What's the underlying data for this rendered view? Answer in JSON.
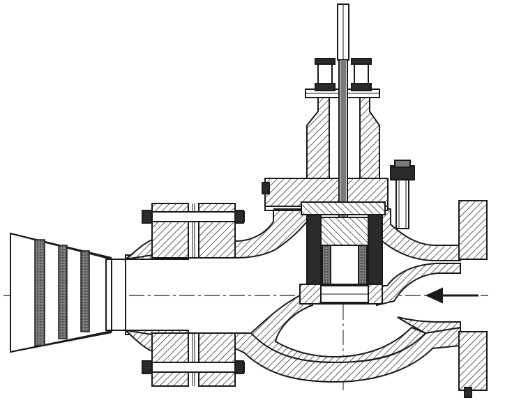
{
  "diagram": {
    "kind": "cross-section engineering drawing of a control valve with diffuser outlet",
    "text_labels": [],
    "flow_direction": "right-to-left",
    "colors": {
      "line": "#1a1a1a",
      "hatch": "#3a3a3a",
      "dark_fill": "#2a2a2a",
      "mid_fill": "#7a7a7a",
      "background": "#ffffff"
    },
    "components": [
      "actuator-stem",
      "stem-gland-nuts",
      "yoke-bonnet",
      "body-bonnet-bolt",
      "cage-and-plug",
      "valve-seat",
      "valve-body",
      "inlet-flange",
      "outlet-flange-pair",
      "diffuser-cone",
      "flow-arrow",
      "centerline"
    ]
  }
}
